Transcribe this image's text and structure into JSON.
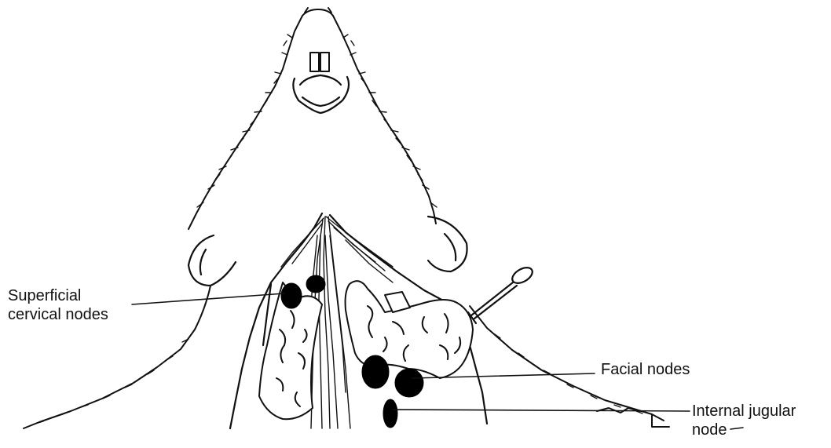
{
  "labels": {
    "superficial": [
      "Superficial",
      "cervical nodes"
    ],
    "facial": [
      "Facial nodes"
    ],
    "jugular": [
      "Internal jugular",
      "node"
    ]
  },
  "colors": {
    "ink": "#111111",
    "background": "#ffffff"
  }
}
